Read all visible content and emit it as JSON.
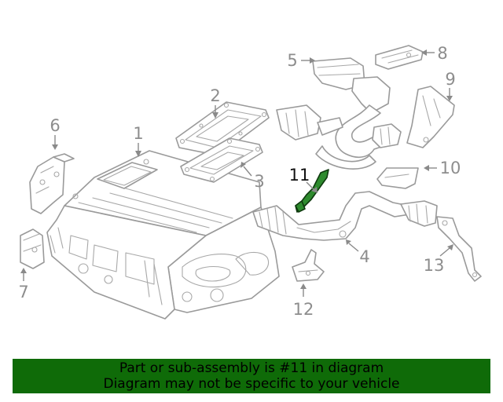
{
  "callouts": [
    "1",
    "2",
    "3",
    "4",
    "5",
    "6",
    "7",
    "8",
    "9",
    "10",
    "11",
    "12",
    "13"
  ],
  "highlighted_callout": "11",
  "colors": {
    "banner_bg": "#0f6b08",
    "highlight_part": "#2e8b2e",
    "line_art": "#9a9a9a"
  },
  "banner": {
    "line1": "Part or sub-assembly is #11 in diagram",
    "line2": "Diagram may not be specific to your vehicle"
  }
}
